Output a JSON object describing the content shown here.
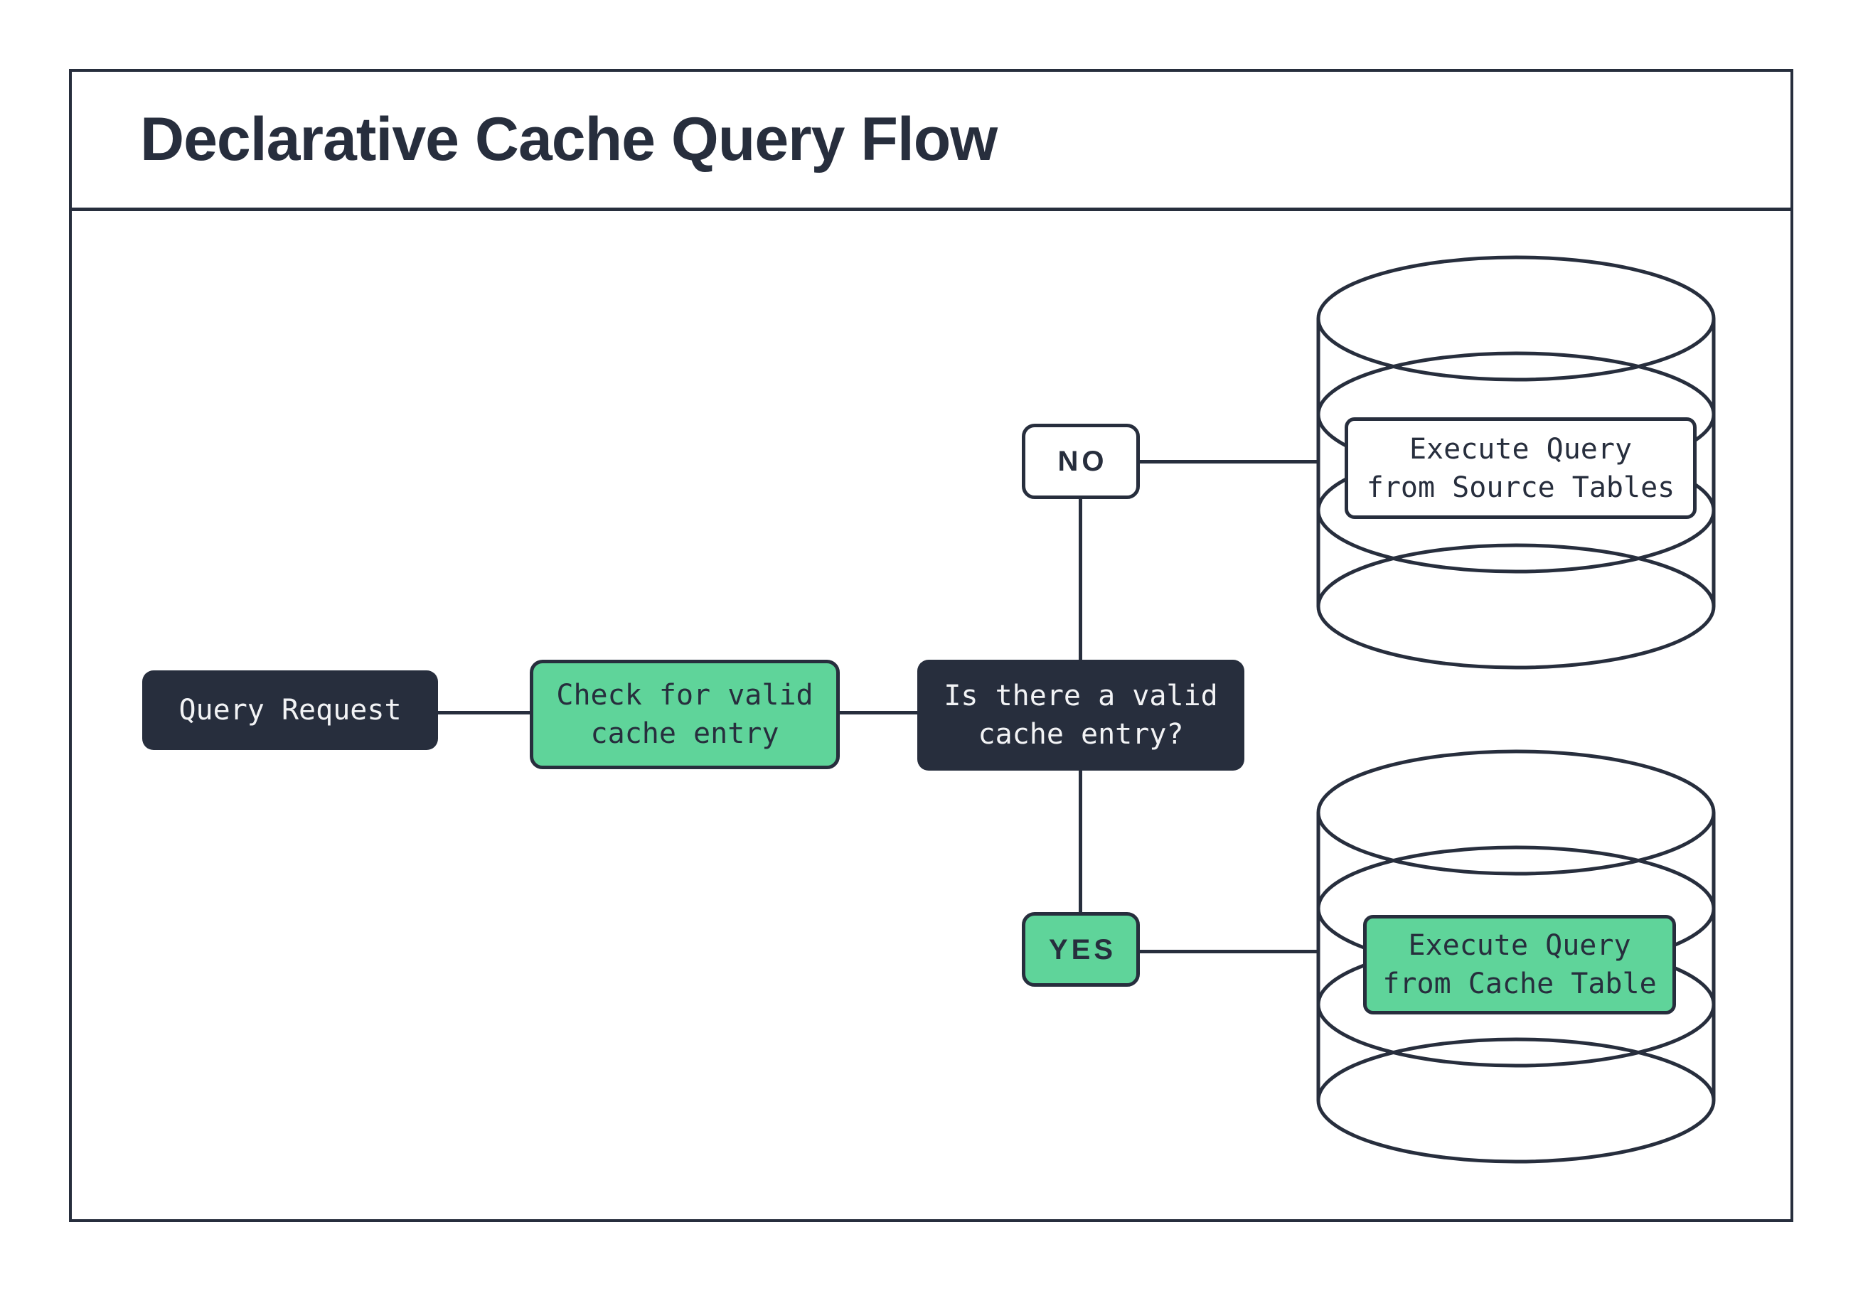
{
  "title": "Declarative Cache Query Flow",
  "colors": {
    "ink": "#272e3d",
    "green": "#5fd49a",
    "box_text_light": "#f2f3f5",
    "paper": "#ffffff"
  },
  "nodes": {
    "query_request": {
      "label": "Query Request"
    },
    "check_cache": {
      "label": "Check for valid\ncache entry"
    },
    "decision": {
      "label": "Is there a valid\ncache entry?"
    },
    "no_branch": {
      "label": "NO"
    },
    "yes_branch": {
      "label": "YES"
    },
    "source_db": {
      "label": "Execute Query\nfrom Source Tables"
    },
    "cache_db": {
      "label": "Execute Query\nfrom Cache Table"
    }
  }
}
